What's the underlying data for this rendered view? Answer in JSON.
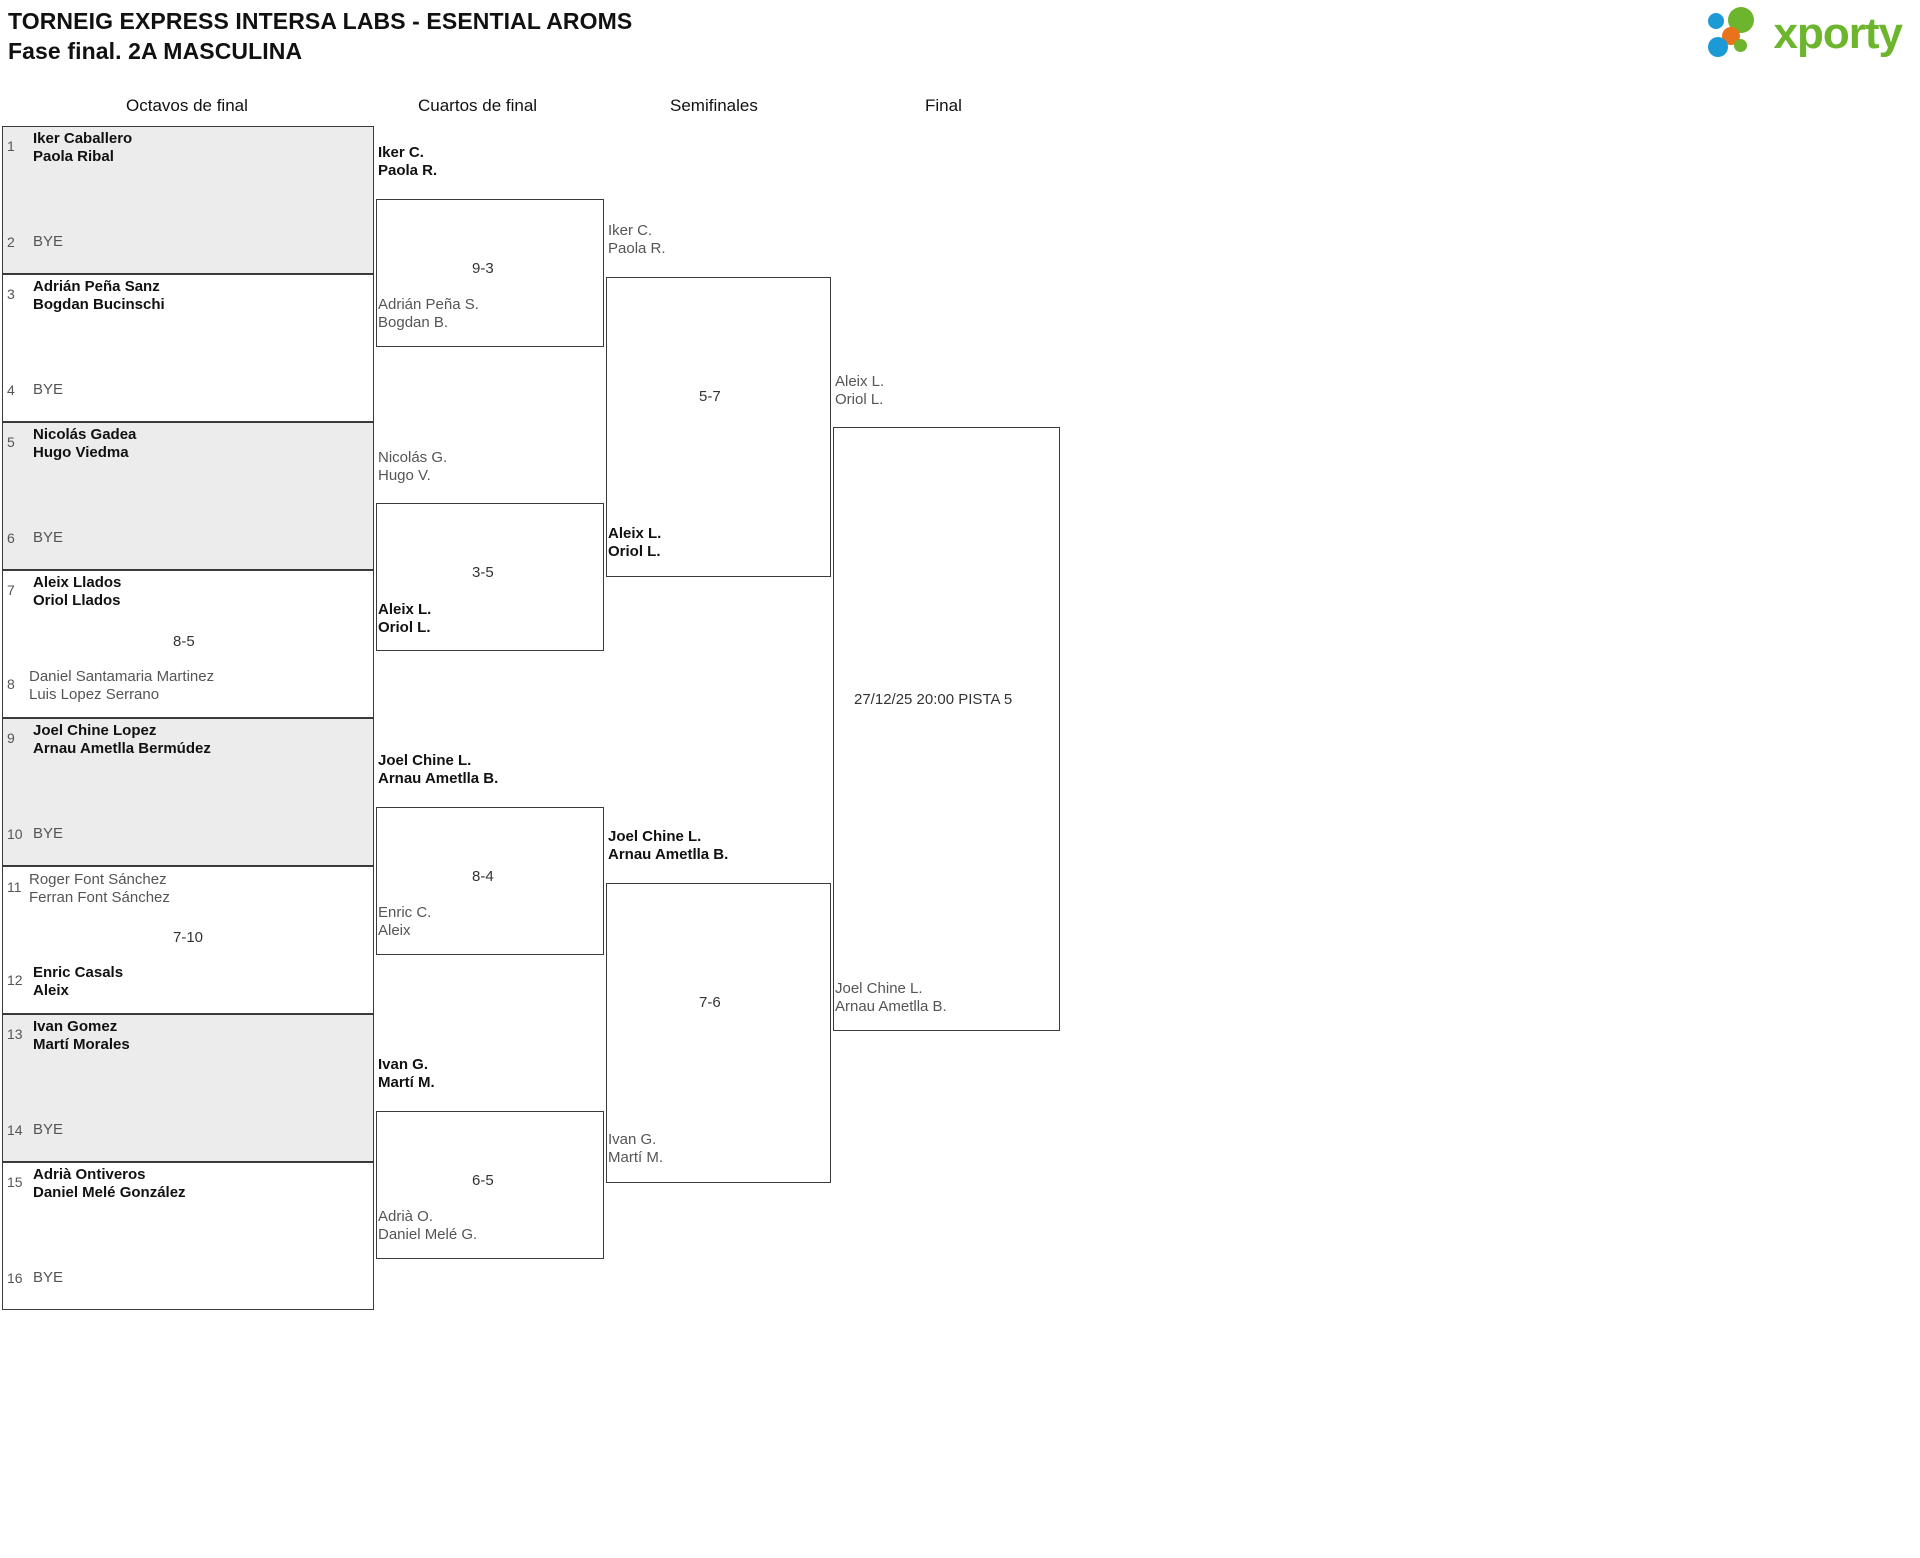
{
  "header": {
    "title_line1": "TORNEIG EXPRESS INTERSA LABS - ESENTIAL AROMS",
    "title_line2": "Fase final. 2A MASCULINA",
    "logo_word": "xporty",
    "logo_colors": {
      "green": "#6cb52d",
      "orange": "#e8731a",
      "blue": "#1c9ad6"
    }
  },
  "rounds": [
    {
      "label": "Octavos de final"
    },
    {
      "label": "Cuartos de final"
    },
    {
      "label": "Semifinales"
    },
    {
      "label": "Final"
    }
  ],
  "r16": [
    {
      "seed": "1",
      "line1": "Iker Caballero",
      "line2": "Paola Ribal",
      "state": "win",
      "shaded": true
    },
    {
      "seed": "2",
      "line1": "BYE",
      "line2": "",
      "state": "bye",
      "shaded": true
    },
    {
      "seed": "3",
      "line1": "Adrián Peña Sanz",
      "line2": "Bogdan Bucinschi",
      "state": "win",
      "shaded": false
    },
    {
      "seed": "4",
      "line1": "BYE",
      "line2": "",
      "state": "bye",
      "shaded": false
    },
    {
      "seed": "5",
      "line1": "Nicolás Gadea",
      "line2": "Hugo Viedma",
      "state": "win",
      "shaded": true
    },
    {
      "seed": "6",
      "line1": "BYE",
      "line2": "",
      "state": "bye",
      "shaded": true
    },
    {
      "seed": "7",
      "line1": "Aleix Llados",
      "line2": "Oriol Llados",
      "state": "win",
      "shaded": false
    },
    {
      "seed": "8",
      "line1": "Daniel Santamaria Martinez",
      "line2": "Luis Lopez Serrano",
      "state": "lose",
      "shaded": false
    },
    {
      "seed": "9",
      "line1": "Joel Chine Lopez",
      "line2": "Arnau Ametlla Bermúdez",
      "state": "win",
      "shaded": true
    },
    {
      "seed": "10",
      "line1": "BYE",
      "line2": "",
      "state": "bye",
      "shaded": true
    },
    {
      "seed": "11",
      "line1": "Roger Font Sánchez",
      "line2": "Ferran Font Sánchez",
      "state": "lose",
      "shaded": false
    },
    {
      "seed": "12",
      "line1": "Enric Casals",
      "line2": "Aleix",
      "state": "win",
      "shaded": false
    },
    {
      "seed": "13",
      "line1": "Ivan Gomez",
      "line2": "Martí Morales",
      "state": "win",
      "shaded": true
    },
    {
      "seed": "14",
      "line1": "BYE",
      "line2": "",
      "state": "bye",
      "shaded": true
    },
    {
      "seed": "15",
      "line1": "Adrià Ontiveros",
      "line2": "Daniel Melé González",
      "state": "win",
      "shaded": false
    },
    {
      "seed": "16",
      "line1": "BYE",
      "line2": "",
      "state": "bye",
      "shaded": false
    }
  ],
  "r16_scores": [
    {
      "value": "8-5"
    },
    {
      "value": "7-10"
    }
  ],
  "qf": [
    {
      "line1": "Iker C.",
      "line2": "Paola R.",
      "state": "win"
    },
    {
      "line1": "Adrián Peña S.",
      "line2": "Bogdan B.",
      "state": "lose"
    },
    {
      "line1": "Nicolás G.",
      "line2": "Hugo V.",
      "state": "lose"
    },
    {
      "line1": "Aleix L.",
      "line2": "Oriol L.",
      "state": "win"
    },
    {
      "line1": "Joel Chine L.",
      "line2": "Arnau Ametlla B.",
      "state": "win"
    },
    {
      "line1": "Enric C.",
      "line2": "Aleix",
      "state": "lose"
    },
    {
      "line1": "Ivan G.",
      "line2": "Martí M.",
      "state": "win"
    },
    {
      "line1": "Adrià O.",
      "line2": "Daniel Melé G.",
      "state": "lose"
    }
  ],
  "qf_scores": [
    {
      "value": "9-3"
    },
    {
      "value": "3-5"
    },
    {
      "value": "8-4"
    },
    {
      "value": "6-5"
    }
  ],
  "sf": [
    {
      "line1": "Iker C.",
      "line2": "Paola R.",
      "state": "lose"
    },
    {
      "line1": "Aleix L.",
      "line2": "Oriol L.",
      "state": "win"
    },
    {
      "line1": "Joel Chine L.",
      "line2": "Arnau Ametlla B.",
      "state": "win"
    },
    {
      "line1": "Ivan G.",
      "line2": "Martí M.",
      "state": "lose"
    }
  ],
  "sf_scores": [
    {
      "value": "5-7"
    },
    {
      "value": "7-6"
    }
  ],
  "final": [
    {
      "line1": "Aleix L.",
      "line2": "Oriol L.",
      "state": "lose"
    },
    {
      "line1": "Joel Chine L.",
      "line2": "Arnau Ametlla B.",
      "state": "lose"
    }
  ],
  "final_info": {
    "value": "27/12/25 20:00 PISTA 5"
  }
}
